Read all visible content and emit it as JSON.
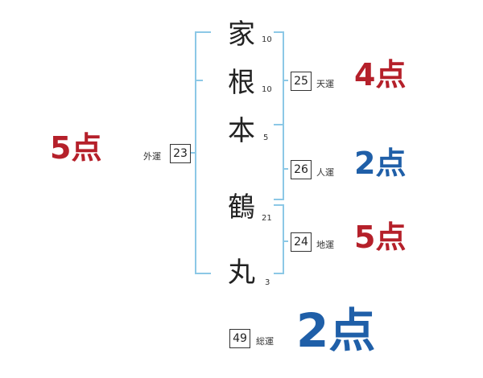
{
  "characters": [
    {
      "char": "家",
      "strokes": "10"
    },
    {
      "char": "根",
      "strokes": "10"
    },
    {
      "char": "本",
      "strokes": "5"
    },
    {
      "char": "鶴",
      "strokes": "21"
    },
    {
      "char": "丸",
      "strokes": "3"
    }
  ],
  "fortunes": {
    "gaiun": {
      "label": "外運",
      "value": "23",
      "score": "5点"
    },
    "tenun": {
      "label": "天運",
      "value": "25",
      "score": "4点"
    },
    "jinun": {
      "label": "人運",
      "value": "26",
      "score": "2点"
    },
    "chiun": {
      "label": "地運",
      "value": "24",
      "score": "5点"
    },
    "soun": {
      "label": "総運",
      "value": "49",
      "score": "2点"
    }
  },
  "colors": {
    "bracket": "#8cc8e6",
    "score_red": "#b5202a",
    "score_blue": "#1f5fa8"
  }
}
